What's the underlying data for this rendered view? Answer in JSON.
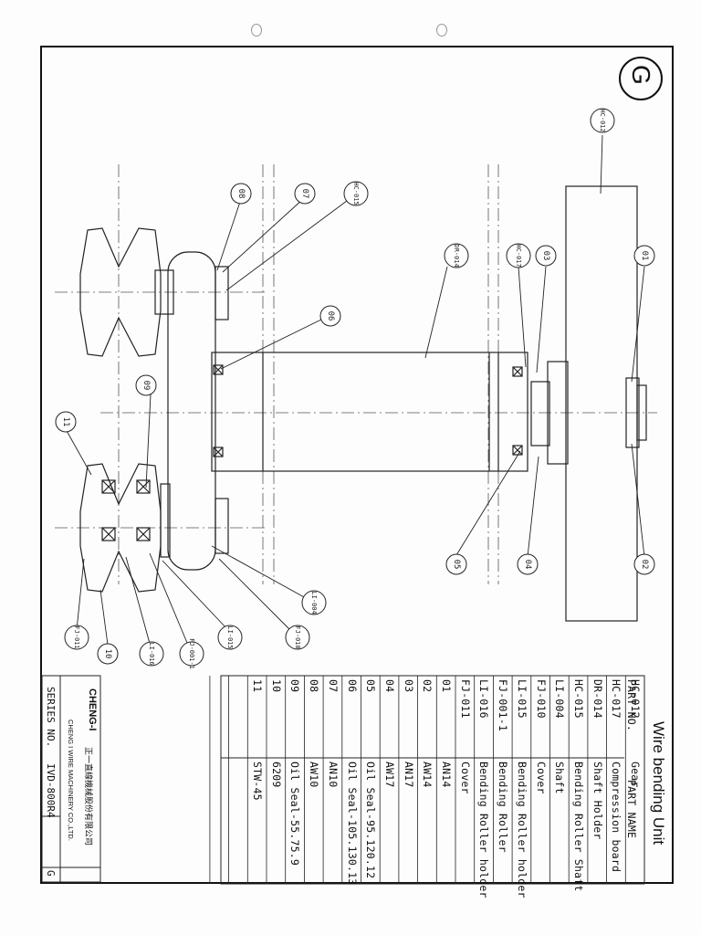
{
  "sheet_letter": "G",
  "table": {
    "title": "Wire bending Unit",
    "header_no": "PART NO.",
    "header_name": "PART NAME",
    "rows": [
      {
        "no": "HC-012",
        "name": "Gear"
      },
      {
        "no": "HC-017",
        "name": "Compression board"
      },
      {
        "no": "DR-014",
        "name": "Shaft Holder"
      },
      {
        "no": "HC-015",
        "name": "Bending Roller Shaft"
      },
      {
        "no": "LI-004",
        "name": "Shaft"
      },
      {
        "no": "FJ-010",
        "name": "Cover"
      },
      {
        "no": "LI-015",
        "name": "Bending Roller holder"
      },
      {
        "no": "FJ-001-1",
        "name": "Bending Roller"
      },
      {
        "no": "LI-016",
        "name": "Bending Roller holder"
      },
      {
        "no": "FJ-011",
        "name": "Cover"
      },
      {
        "no": "01",
        "name": "AN14"
      },
      {
        "no": "02",
        "name": "AW14"
      },
      {
        "no": "03",
        "name": "AN17"
      },
      {
        "no": "04",
        "name": "AW17"
      },
      {
        "no": "05",
        "name": "Oil Seal-95.120.12"
      },
      {
        "no": "06",
        "name": "Oil Seal-105.130.13"
      },
      {
        "no": "07",
        "name": "AN10"
      },
      {
        "no": "08",
        "name": "AW10"
      },
      {
        "no": "09",
        "name": "Oil Seal-55.75.9"
      },
      {
        "no": "10",
        "name": "6209"
      },
      {
        "no": "11",
        "name": "STW-45"
      },
      {
        "no": "",
        "name": ""
      },
      {
        "no": "",
        "name": ""
      }
    ]
  },
  "title_block": {
    "company_logo": "CHENG-I",
    "company_cn": "正一直線機械股份有限公司",
    "company_en": "CHENG I WIRE MACHINERY CO.,LTD.",
    "series_label": "SERIES NO.",
    "series_value": "IVD-800R4",
    "sheet": "G"
  },
  "balloons": [
    {
      "label": "HC-012"
    },
    {
      "label": "01"
    },
    {
      "label": "03"
    },
    {
      "label": "HC-017"
    },
    {
      "label": "DR-014"
    },
    {
      "label": "02"
    },
    {
      "label": "04"
    },
    {
      "label": "05"
    },
    {
      "label": "06"
    },
    {
      "label": "07"
    },
    {
      "label": "08"
    },
    {
      "label": "HC-015"
    },
    {
      "label": "09"
    },
    {
      "label": "11"
    },
    {
      "label": "LI-004"
    },
    {
      "label": "FJ-010"
    },
    {
      "label": "LI-015"
    },
    {
      "label": "FJ-001-1"
    },
    {
      "label": "LI-016"
    },
    {
      "label": "10"
    },
    {
      "label": "FJ-011"
    }
  ]
}
